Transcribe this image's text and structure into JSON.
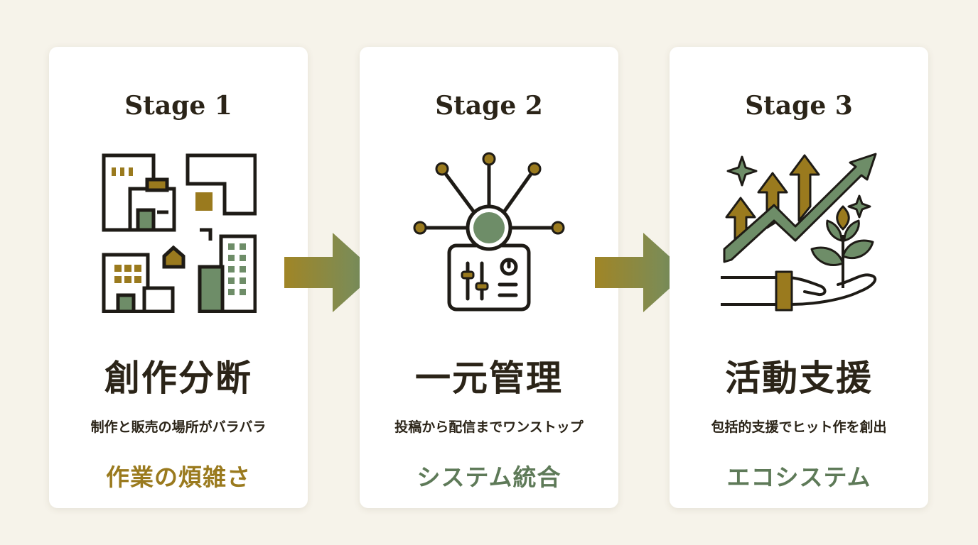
{
  "stages": [
    {
      "label": "Stage 1",
      "title": "創作分断",
      "subtitle": "制作と販売の場所がバラバラ",
      "tag": "作業の煩雑さ",
      "tag_color": "#9a7a1e",
      "icon": "scattered-buildings-icon"
    },
    {
      "label": "Stage 2",
      "title": "一元管理",
      "subtitle": "投稿から配信までワンストップ",
      "tag": "システム統合",
      "tag_color": "#5e7a58",
      "icon": "hub-control-panel-icon"
    },
    {
      "label": "Stage 3",
      "title": "活動支援",
      "subtitle": "包括的支援でヒット作を創出",
      "tag": "エコシステム",
      "tag_color": "#5e7a58",
      "icon": "growth-hand-plant-icon"
    }
  ],
  "colors": {
    "background": "#f6f3ea",
    "gold": "#9a7a1e",
    "green": "#6e8d68",
    "dark": "#1e1b16"
  }
}
